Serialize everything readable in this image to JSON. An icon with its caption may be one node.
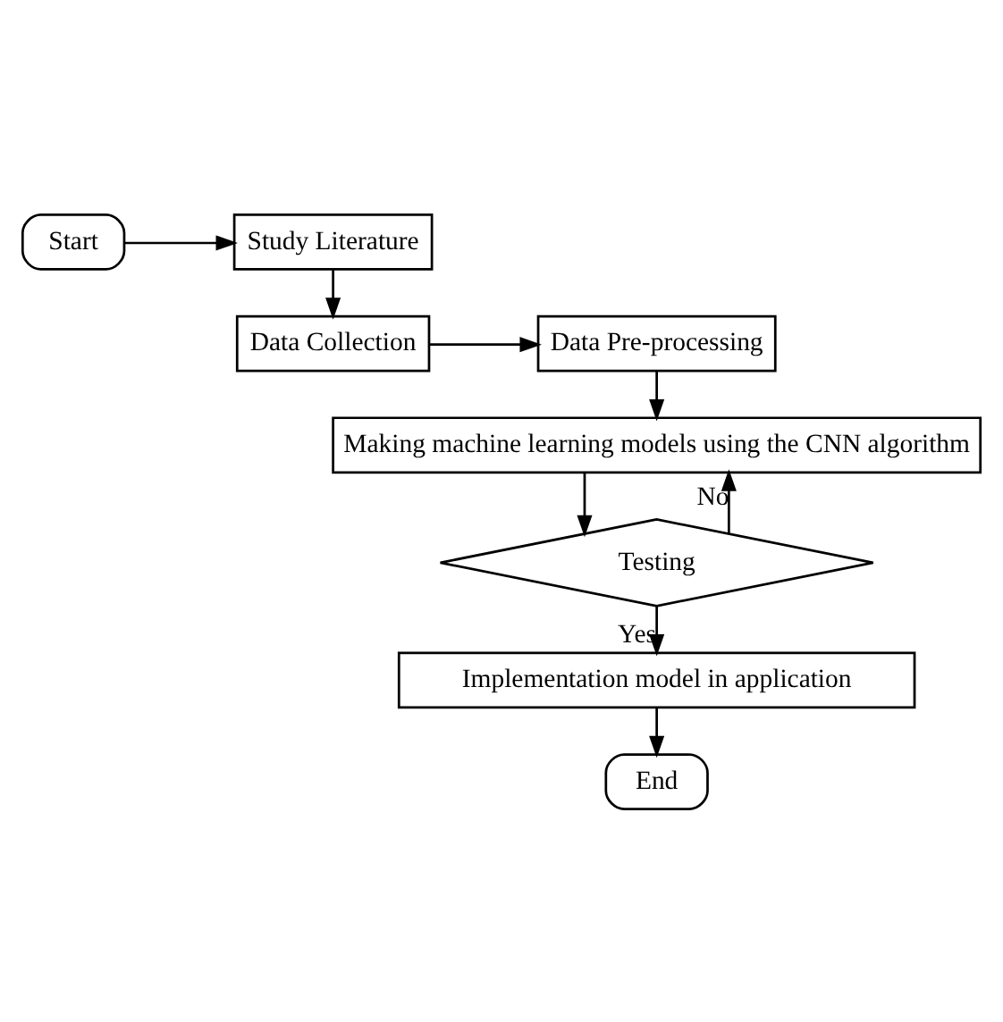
{
  "diagram": {
    "nodes": [
      {
        "text": [
          "Start"
        ]
      },
      {
        "text": [
          "Study Literature"
        ]
      },
      {
        "text": [
          "Data Collection"
        ]
      },
      {
        "text": [
          "Data Pre-processing"
        ]
      },
      {
        "text": [
          "Making machine learning models using the CNN algorithm"
        ]
      },
      {
        "text": [
          "Testing"
        ]
      },
      {
        "text": [
          "Implementation model in application"
        ]
      },
      {
        "text": [
          "End"
        ]
      }
    ],
    "edges": [
      {
        "from": 0,
        "to": 1,
        "arrow": "to"
      },
      {
        "from": 1,
        "to": 2,
        "arrow": "to"
      },
      {
        "from": 2,
        "to": 3,
        "arrow": "to"
      },
      {
        "from": 3,
        "to": 4,
        "arrow": "to"
      },
      {
        "from": 4,
        "to": 5,
        "arrow": "to"
      },
      {
        "from": 5,
        "to": 4,
        "arrow": "to",
        "label": "No"
      },
      {
        "from": 5,
        "to": 6,
        "arrow": "to",
        "label": "Yes"
      },
      {
        "from": 6,
        "to": 7,
        "arrow": "to"
      }
    ]
  }
}
